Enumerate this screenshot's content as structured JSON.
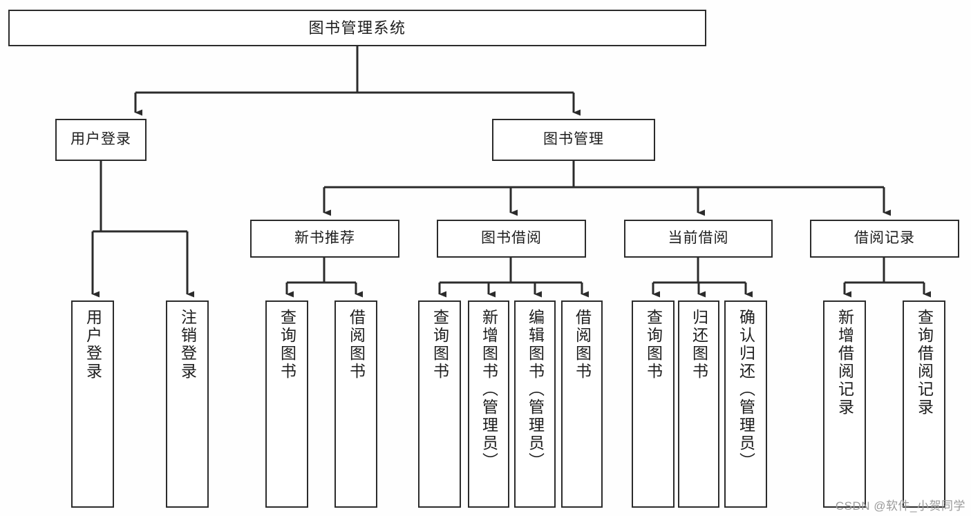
{
  "diagram": {
    "title": "图书管理系统",
    "type": "tree-hierarchy-chart",
    "colors": {
      "background": "#fefefe",
      "box_fill": "#ffffff",
      "border": "#2b2b2b",
      "edge": "#2b2b2b",
      "text": "#1d1d1d",
      "watermark": "#9a9a9a"
    }
  },
  "root": {
    "label": "图书管理系统"
  },
  "level2": [
    {
      "label": "用户登录"
    },
    {
      "label": "图书管理"
    }
  ],
  "level3": [
    {
      "label": "新书推荐"
    },
    {
      "label": "图书借阅"
    },
    {
      "label": "当前借阅"
    },
    {
      "label": "借阅记录"
    }
  ],
  "leaves": {
    "user_login": [
      {
        "label": "用户登录"
      },
      {
        "label": "注销登录"
      }
    ],
    "new_book": [
      {
        "label": "查询图书"
      },
      {
        "label": "借阅图书"
      }
    ],
    "book_borrow": [
      {
        "label": "查询图书"
      },
      {
        "label": "新增图书（管理员）"
      },
      {
        "label": "编辑图书（管理员）"
      },
      {
        "label": "借阅图书"
      }
    ],
    "current_borrow": [
      {
        "label": "查询图书"
      },
      {
        "label": "归还图书"
      },
      {
        "label": "确认归还（管理员）"
      }
    ],
    "borrow_record": [
      {
        "label": "新增借阅记录"
      },
      {
        "label": "查询借阅记录"
      }
    ]
  },
  "watermark": {
    "text": "CSDN @软件_小贺同学"
  }
}
